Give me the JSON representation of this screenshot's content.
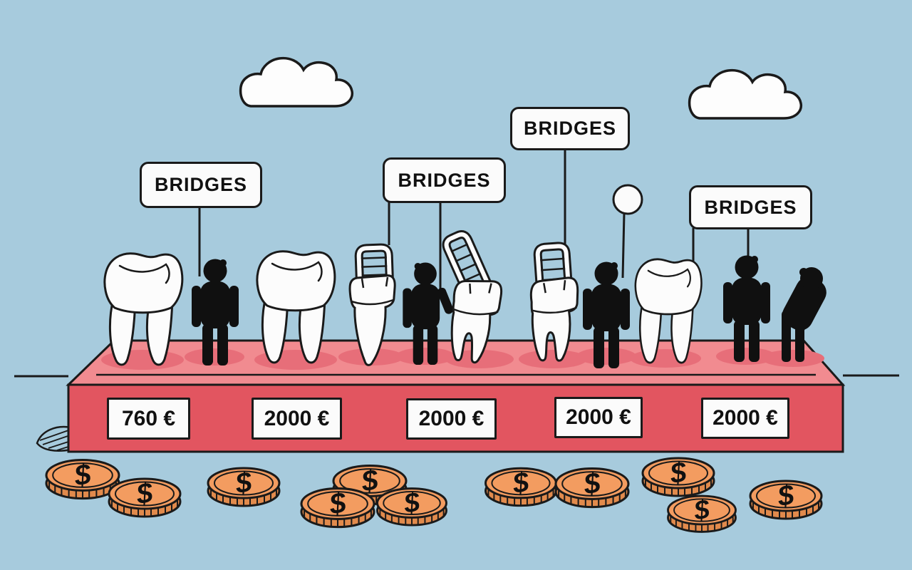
{
  "signs": [
    {
      "label": "BRIDGES"
    },
    {
      "label": "BRIDGES"
    },
    {
      "label": "BRIDGES"
    },
    {
      "label": "BRIDGES"
    }
  ],
  "price_tags": [
    {
      "value": "760 €"
    },
    {
      "value": "2000 €"
    },
    {
      "value": "2000 €"
    },
    {
      "value": "2000 €"
    },
    {
      "value": "2000 €"
    }
  ],
  "coins": {
    "symbol": "$",
    "count": 11
  },
  "scene": {
    "teeth_count": 6,
    "people_count": 5,
    "clouds_count": 2,
    "balloon_count": 1
  },
  "colors": {
    "background": "#a7cbdd",
    "outline": "#1a1a1a",
    "tooth": "#fcfcfc",
    "platform_top": "#f18b90",
    "platform_front": "#e25560",
    "platform_shadow": "#e76e79",
    "sign_background": "#fbfbfb",
    "silhouette": "#101010",
    "coin_face": "#f39c60",
    "coin_edge": "#e18a4c"
  }
}
